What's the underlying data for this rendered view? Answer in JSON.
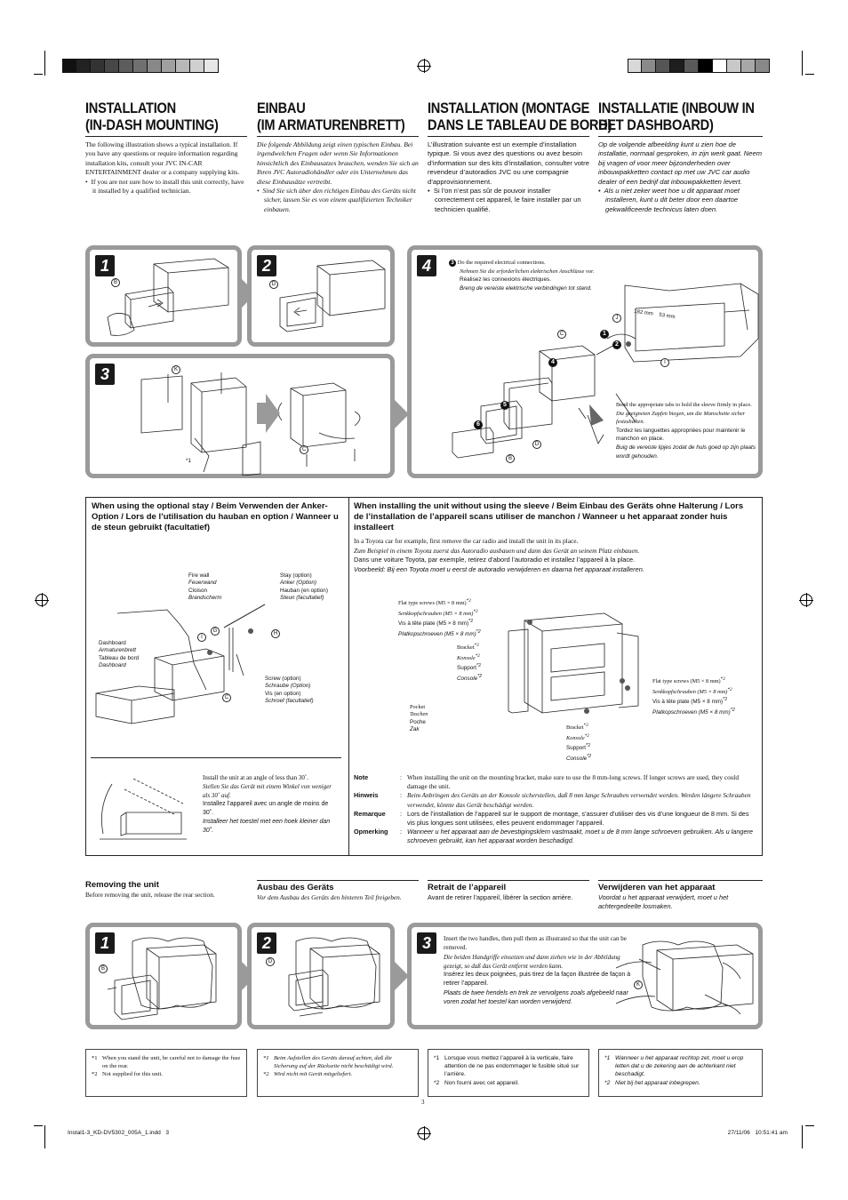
{
  "colors": {
    "panel_gray": "#9a9a9a",
    "black": "#1a1a1a"
  },
  "header": {
    "left_swatches": [
      "#111111",
      "#222222",
      "#333333",
      "#474747",
      "#5c5c5c",
      "#707070",
      "#888888",
      "#a0a0a0",
      "#b8b8b8",
      "#d0d0d0",
      "#e6e6e6"
    ],
    "right_swatches": [
      "#d8d8d8",
      "#8a8a8a",
      "#555555",
      "#1e1e1e",
      "#5a5a5a",
      "#000000",
      "#ffffff",
      "#c8c8c8",
      "#a8a8a8",
      "#888888"
    ]
  },
  "col1": {
    "title1": "INSTALLATION",
    "title2": "(IN-DASH MOUNTING)",
    "body": "The following illustration shows a typical installation. If you have any questions or require information regarding installation kits, consult your JVC IN-CAR ENTERTAINMENT dealer or a company supplying kits.",
    "bullet": "If you are not sure how to install this unit correctly, have it installed by a qualified technician."
  },
  "col2": {
    "title1": "EINBAU",
    "title2": "(IM ARMATURENBRETT)",
    "body": "Die folgende Abbildung zeigt einen typischen Einbau. Bei irgendwelchen Fragen oder wenn Sie Informationen hinsichtlich des Einbausatzes brauchen, wenden Sie sich an Ihren JVC Autoradiohändler oder ein Unternehmen das diese Einbausätze vertreibt.",
    "bullet": "Sind Sie sich über den richtigen Einbau des Geräts nicht sicher, lassen Sie es von einem qualifizierten Techniker einbauen."
  },
  "col3": {
    "title1": "INSTALLATION (MONTAGE",
    "title2": "DANS LE TABLEAU DE BORD)",
    "body": "L’illustration suivante est un exemple d’installation typique. Si vous avez des questions ou avez besoin d’information sur des kits d’installation, consulter votre revendeur d’autoradios JVC ou une compagnie d’approvisionnement.",
    "bullet": "Si l’on n’est pas sûr de pouvoir installer correctement cet appareil, le faire installer par un technicien qualifié."
  },
  "col4": {
    "title1": "INSTALLATIE (INBOUW IN",
    "title2": "HET DASHBOARD)",
    "body": "Op de volgende afbeelding kunt u zien hoe de installatie, normaal gesproken, in zijn werk gaat. Neem bij vragen of voor meer bijzonderheden over inbouwpakketten contact op met uw JVC car audio dealer of een bedrijf dat inbouwpakketten levert.",
    "bullet": "Als u niet zeker weet hoe u dit apparaat moet installeren, kunt u dit beter door een daartoe gekwalificeerde technicus laten doen."
  },
  "steps": {
    "s1": "1",
    "s2": "2",
    "s3": "3",
    "s4": "4"
  },
  "parts": {
    "b": "B",
    "c": "C",
    "d": "D",
    "g": "G",
    "h": "H",
    "i": "I",
    "j": "J",
    "k": "K"
  },
  "bullet_nums": {
    "n1": "1",
    "n2": "2",
    "n3": "3",
    "n4": "4",
    "n5": "5",
    "n6": "6"
  },
  "star1": "*1",
  "install_note": {
    "en": "Do the required electrical connections.",
    "de": "Nehmen Sie die erforderlichen elektrischen Anschlüsse vor.",
    "fr": "Réalisez les connexions électriques.",
    "nl": "Breng de vereiste elektrische verbindingen tot stand."
  },
  "tabs_note": {
    "en": "Bend the appropriate tabs to hold the sleeve firmly in place.",
    "de": "Die geeigneten Zapfen biegen, um die Manschette sicher festzuhalten.",
    "fr": "Tordez les languettes appropriées pour maintenir le manchon en place.",
    "nl": "Buig de vereiste lipjes zodat de huls goed op zijn plaats wordt gehouden."
  },
  "dim_label": "182 mm",
  "dim_label2": "53 mm",
  "stay": {
    "heading": "When using the optional stay / Beim Verwenden der Anker-Option / Lors de l’utilisation du hauban en option / Wanneer u de steun gebruikt (facultatief)",
    "firewall": [
      "Fire wall",
      "Feuerwand",
      "Cloison",
      "Brandscherm"
    ],
    "stayopt": [
      "Stay (option)",
      "Anker (Option)",
      "Hauban (en option)",
      "Steun (facultatief)"
    ],
    "dashboard": [
      "Dashboard",
      "Armaturenbrett",
      "Tableau de bord",
      "Dashboard"
    ],
    "screw": [
      "Screw (option)",
      "Schraube (Option)",
      "Vis (en option)",
      "Schroef (facultatief)"
    ],
    "angle": {
      "en": "Install the unit at an angle of less than 30˚.",
      "de": "Stellen Sie das Gerät mit einem Winkel von weniger als 30˚ auf.",
      "fr": "Installez l’appareil avec un angle de moins de 30˚.",
      "nl": "Installeer het toestel met een hoek kleiner dan 30˚."
    }
  },
  "nosleeve": {
    "heading": "When installing the unit without using the sleeve / Beim Einbau des Geräts ohne Halterung / Lors de l’installation de l’appareil scans utiliser de manchon / Wanneer u het apparaat zonder huis installeert",
    "en": "In a Toyota car for example, first remove the car radio and install the unit in its place.",
    "de": "Zum Beispiel in einem Toyota zuerst das Autoradio ausbauen und dann das Gerät an seinem Platz einbauen.",
    "fr": "Dans une voiture Toyota, par exemple, retirez d’abord l’autoradio et installez l’appareil à la place.",
    "nl": "Voorbeeld: Bij een Toyota moet u eerst de autoradio verwijderen en daarna het apparaat installeren.",
    "screws1": [
      "Flat type screws (M5 × 8 mm)",
      "Senkkopfschrauben (M5 × 8 mm)",
      "Vis à tête plate (M5 × 8 mm)",
      "Platkopschroeven (M5 × 8 mm)"
    ],
    "screws2": [
      "Flat type screws (M5 × 8 mm)",
      "Senkkopfschrauben (M5 × 8 mm)",
      "Vis à tête plate (M5 × 8 mm)",
      "Platkopschroeven (M5 × 8 mm)"
    ],
    "bracket1": [
      "Bracket",
      "Konsole",
      "Support",
      "Console"
    ],
    "bracket2": [
      "Bracket",
      "Konsole",
      "Support",
      "Console"
    ],
    "pocket": [
      "Pocket",
      "Taschen",
      "Poche",
      "Zak"
    ],
    "star2": "*2"
  },
  "notes": [
    {
      "k": "Note",
      "t": "When installing the unit on the mounting bracket, make sure to use the 8 mm-long screws. If longer screws are used, they could damage the unit."
    },
    {
      "k": "Hinweis",
      "t": "Beim Anbringen des Geräts an der Konsole sicherstellen, daß 8 mm lange Schrauben verwendet werden. Werden längere Schrauben verwendet, könnte das Gerät beschädigt werden."
    },
    {
      "k": "Remarque",
      "t": "Lors de l’installation de l’appareil sur le support de montage, s’assurer d’utiliser des vis d’une longueur de 8 mm. Si des vis plus longues sont utilisées, elles peuvent endommager l’appareil."
    },
    {
      "k": "Opmerking",
      "t": "Wanneer u het apparaat aan de bevestigingsklem vastmaakt, moet u de 8 mm lange schroeven gebruiken. Als u langere schroeven gebruikt, kan het apparaat worden beschadigd."
    }
  ],
  "colon": ":",
  "removal": {
    "en_h": "Removing the unit",
    "en_t": "Before removing the unit, release the rear section.",
    "de_h": "Ausbau des Geräts",
    "de_t": "Vor dem Ausbau des Geräts den hinteren Teil freigeben.",
    "fr_h": "Retrait de l’appareil",
    "fr_t": "Avant de retirer l’appareil, libérer la section arrière.",
    "nl_h": "Verwijderen van het apparaat",
    "nl_t": "Voordat u het apparaat verwijdert, moet u het achtergedeelte losmaken.",
    "handles": {
      "en": "Insert the two handles, then pull them as illustrated so that the unit can be removed.",
      "de": "Die beiden Handgriffe einsetzen und dann ziehen wie in der Abbildung gezeigt, so daß das Gerät entfernt werden kann.",
      "fr": "Insérez les deux poignées, puis tirez de la façon illustrée de façon à retirer l’appareil.",
      "nl": "Plaats de twee hendels en trek ze vervolgens zoals afgebeeld naar voren zodat het toestel kan worden verwijderd."
    }
  },
  "footnotes": [
    {
      "a": "When you stand the unit, be careful not to damage the fuse on the rear.",
      "b": "Not supplied for this unit."
    },
    {
      "a": "Beim Aufstellen des Geräts darauf achten, daß die Sicherung auf der Rückseite nicht beschädigt wird.",
      "b": "Wird nicht mit Gerät mitgeliefert."
    },
    {
      "a": "Lorsque vous mettez l’appareil à la verticale, faire attention de ne pas endommager le fusible situé sur l’arrière.",
      "b": "Non fourni avec cet appareil."
    },
    {
      "a": "Wanneer u het apparaat rechtop zet, moet u erop letten dat u de zekering aan de achterkant niet beschadigt.",
      "b": "Niet bij het apparaat inbegrepen."
    }
  ],
  "fn_marks": {
    "m1": "*1",
    "m2": "*2"
  },
  "page_number": "3",
  "bottom": {
    "left": "Instal1-3_KD-DV5302_005A_1.indd   3",
    "right": "27/11/06   10:51:41 am"
  }
}
